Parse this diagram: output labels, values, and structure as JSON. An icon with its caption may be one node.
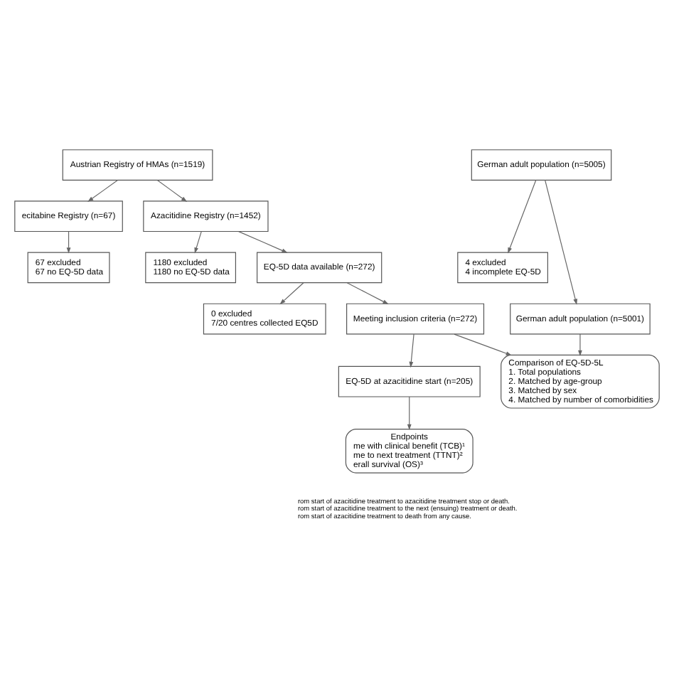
{
  "diagram": {
    "nodes": [
      {
        "text": [
          "Austrian Registry of HMAs (n=1519)"
        ]
      },
      {
        "text": [
          "ecitabine Registry (n=67)"
        ]
      },
      {
        "text": [
          "Azacitidine Registry (n=1452)"
        ]
      },
      {
        "text": [
          "67 excluded",
          "67 no EQ-5D data"
        ]
      },
      {
        "text": [
          "1180 excluded",
          "1180 no EQ-5D data"
        ]
      },
      {
        "text": [
          "EQ-5D data available (n=272)"
        ]
      },
      {
        "text": [
          "0 excluded",
          "7/20 centres collected EQ5D"
        ]
      },
      {
        "text": [
          "Meeting inclusion criteria (n=272)"
        ]
      },
      {
        "text": [
          "German adult population (n=5005)"
        ]
      },
      {
        "text": [
          "4 excluded",
          "4 incomplete EQ-5D"
        ]
      },
      {
        "text": [
          "German adult population (n=5001)"
        ]
      },
      {
        "text": [
          "EQ-5D at azacitidine start (n=205)"
        ]
      },
      {
        "text": [
          "Endpoints",
          "me with clinical benefit (TCB)¹",
          "me to next treatment (TTNT)²",
          "erall survival (OS)³"
        ]
      },
      {
        "text": [
          "Comparison of EQ-5D-5L",
          "1. Total populations",
          "2. Matched by age-group",
          "3. Matched by sex",
          "4. Matched by number of comorbidities"
        ]
      }
    ],
    "edges": [
      {
        "from": 0,
        "to": 1,
        "arrow": "to"
      },
      {
        "from": 0,
        "to": 2,
        "arrow": "to"
      },
      {
        "from": 1,
        "to": 3,
        "arrow": "to"
      },
      {
        "from": 2,
        "to": 4,
        "arrow": "to"
      },
      {
        "from": 2,
        "to": 5,
        "arrow": "to"
      },
      {
        "from": 5,
        "to": 6,
        "arrow": "to"
      },
      {
        "from": 5,
        "to": 7,
        "arrow": "to"
      },
      {
        "from": 8,
        "to": 9,
        "arrow": "to"
      },
      {
        "from": 8,
        "to": 10,
        "arrow": "to"
      },
      {
        "from": 7,
        "to": 11,
        "arrow": "to"
      },
      {
        "from": 11,
        "to": 12,
        "arrow": "to"
      },
      {
        "from": 7,
        "to": 13,
        "arrow": "to"
      },
      {
        "from": 10,
        "to": 13,
        "arrow": "to"
      }
    ],
    "labels": [
      "rom start of azacitidine treatment to azacitidine treatment stop or death.",
      "rom start of azacitidine treatment to the next (ensuing) treatment or death.",
      "rom start of azacitidine treatment to death from any cause."
    ]
  }
}
